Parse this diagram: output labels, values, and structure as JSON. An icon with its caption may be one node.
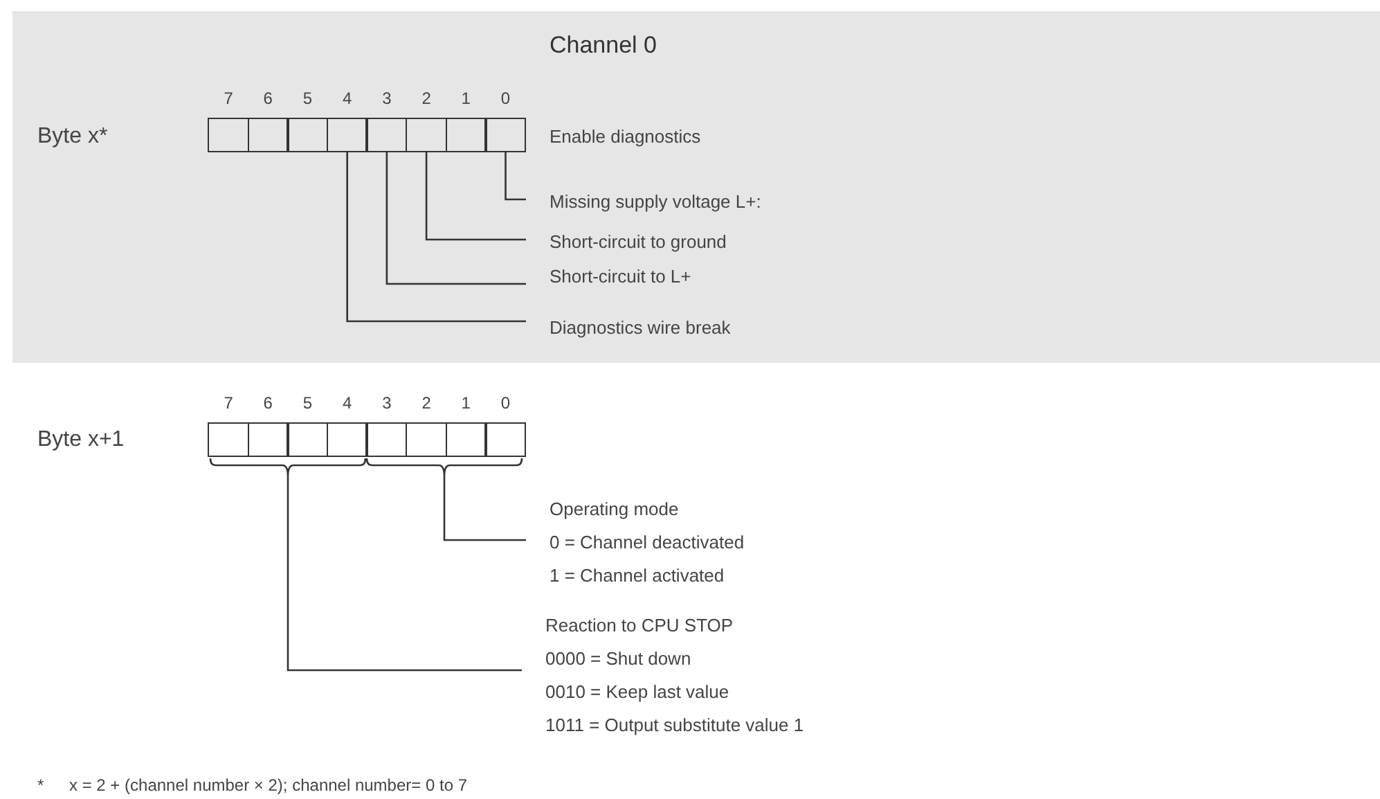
{
  "diagram": {
    "nodes": [
      {
        "text": [
          "Channel 0"
        ]
      },
      {
        "text": [],
        "shape": "box",
        "in": 0,
        "beside": [
          "7"
        ]
      },
      {
        "text": [],
        "shape": "box",
        "in": 0,
        "beside": [
          "6"
        ]
      },
      {
        "text": [],
        "shape": "box",
        "in": 0,
        "beside": [
          "5"
        ]
      },
      {
        "text": [],
        "shape": "box",
        "in": 0,
        "beside": [
          "4"
        ]
      },
      {
        "text": [],
        "shape": "box",
        "in": 0,
        "beside": [
          "3"
        ]
      },
      {
        "text": [],
        "shape": "box",
        "in": 0,
        "beside": [
          "2"
        ]
      },
      {
        "text": [],
        "shape": "box",
        "in": 0,
        "beside": [
          "1"
        ]
      },
      {
        "text": [],
        "shape": "box",
        "in": 0,
        "beside": [
          "0"
        ]
      },
      {
        "text": [
          "Missing supply voltage L+:"
        ],
        "in": 0
      },
      {
        "text": [
          "Short-circuit to ground"
        ],
        "in": 0
      },
      {
        "text": [
          "Short-circuit to L+"
        ],
        "in": 0
      },
      {
        "text": [
          "Diagnostics wire break"
        ],
        "in": 0
      },
      {
        "text": [],
        "shape": "box",
        "beside": [
          "7"
        ]
      },
      {
        "text": [],
        "shape": "box",
        "beside": [
          "6"
        ]
      },
      {
        "text": [],
        "shape": "box",
        "beside": [
          "5"
        ]
      },
      {
        "text": [],
        "shape": "box",
        "beside": [
          "4"
        ]
      },
      {
        "text": [],
        "shape": "box",
        "beside": [
          "3"
        ]
      },
      {
        "text": [],
        "shape": "box",
        "beside": [
          "2"
        ]
      },
      {
        "text": [],
        "shape": "box",
        "beside": [
          "1"
        ]
      },
      {
        "text": [],
        "shape": "box",
        "beside": [
          "0"
        ]
      },
      {
        "text": [],
        "shape": "bracket"
      },
      {
        "text": [],
        "shape": "bracket"
      },
      {
        "text": [
          "Operating mode",
          "0 = Channel deactivated",
          "1 = Channel activated"
        ]
      },
      {
        "text": [
          "Reaction to CPU STOP",
          "0000 = Shut down",
          "0010 = Keep last value",
          "1011 = Output substitute value 1"
        ]
      }
    ],
    "edges": [
      {
        "from": 9,
        "to": 8,
        "arrow": "none"
      },
      {
        "from": 10,
        "to": 6,
        "arrow": "none"
      },
      {
        "from": 11,
        "to": 5,
        "arrow": "none"
      },
      {
        "from": 12,
        "to": 4,
        "arrow": "none"
      },
      {
        "from": 23,
        "to": 22,
        "arrow": "none"
      },
      {
        "from": 24,
        "to": 21,
        "arrow": "none"
      }
    ],
    "labels": [
      "Byte x*",
      "Enable diagnostics",
      "Byte x+1",
      "*",
      "x = 2 + (channel number × 2); channel number= 0 to 7"
    ]
  }
}
